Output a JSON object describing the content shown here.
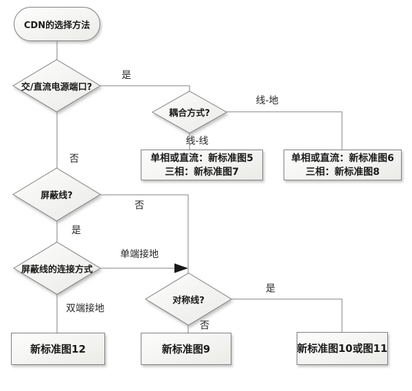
{
  "diagram": {
    "title": "CDN的选择方法",
    "nodes": {
      "start": {
        "label": "CDN的选择方法"
      },
      "power_port": {
        "label": "交/直流电源端口?"
      },
      "coupling": {
        "label": "耦合方式?"
      },
      "result_5_7": {
        "line1": "单相或直流：新标准图5",
        "line2": "三相：新标准图7"
      },
      "result_6_8": {
        "line1": "单相或直流：新标准图6",
        "line2": "三相：新标准图8"
      },
      "shielded_line": {
        "label": "屏蔽线?"
      },
      "shield_connection": {
        "label": "屏蔽线的连接方式"
      },
      "symmetric_line": {
        "label": "对称线?"
      },
      "result_12": {
        "label": "新标准图12"
      },
      "result_9": {
        "label": "新标准图9"
      },
      "result_10_11": {
        "label": "新标准图10或图11"
      }
    },
    "edge_labels": {
      "power_yes": "是",
      "power_no": "否",
      "coupling_line_ground": "线-地",
      "coupling_line_line": "线-线",
      "shield_no": "否",
      "shield_yes": "是",
      "single_end_ground": "单端接地",
      "double_end_ground": "双端接地",
      "symmetric_yes": "是",
      "symmetric_no": "否"
    },
    "colors": {
      "background": "#ffffff",
      "shape_border": "#7f7f7f",
      "shape_fill_top": "#fdfdfd",
      "shape_fill_bottom": "#ebebe8",
      "connector": "#808080",
      "arrowhead": "#1a1a1a",
      "text": "#1a1a1a"
    }
  }
}
